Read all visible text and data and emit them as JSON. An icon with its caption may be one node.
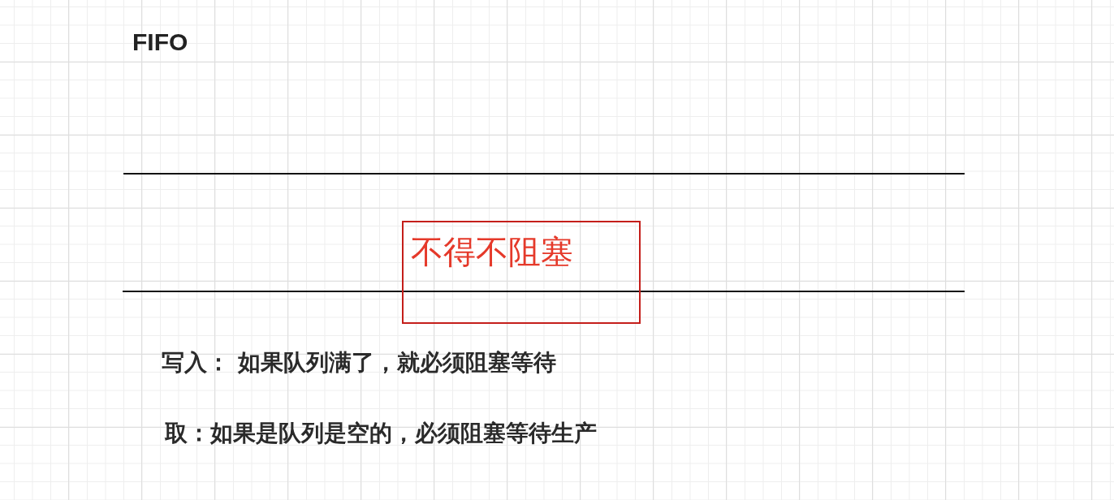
{
  "diagram": {
    "title": "FIFO",
    "nodes": [
      {
        "text": [
          "不得不阻塞"
        ]
      }
    ],
    "edges": [],
    "labels": [
      "写入： 如果队列满了，就必须阻塞等待",
      "取：如果是队列是空的，必须阻塞等待生产"
    ]
  }
}
